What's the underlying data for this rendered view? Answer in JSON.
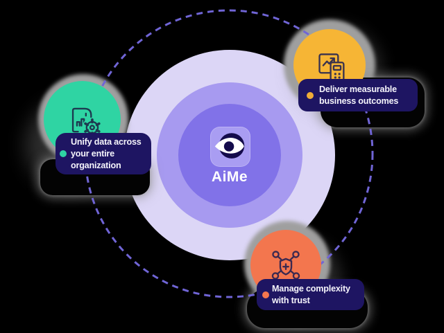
{
  "canvas": {
    "background": "#000000",
    "orbit_color": "#7065d6",
    "pill_background": "#1e1562",
    "pill_text_color": "#f5f4fb",
    "halo_color": "#9f9f9f"
  },
  "hub": {
    "label": "AiMe",
    "outer_ring_color": "#dcd6f6",
    "middle_ring_color": "#a79af0",
    "inner_ring_color": "#8172e8",
    "tile_color": "#a99df2",
    "eye_icon_color": "#140b4b",
    "label_color": "#ffffff"
  },
  "satellites": [
    {
      "id": "unify-data",
      "icon": "document-gear-icon",
      "circle_color": "#2fd4a3",
      "bullet_color": "#2fd4a3",
      "label": "Unify data across your entire organization",
      "lines": [
        "Unify data across",
        "your entire",
        "organization"
      ]
    },
    {
      "id": "deliver-outcomes",
      "icon": "chart-calculator-icon",
      "circle_color": "#f6b535",
      "bullet_color": "#f0ac38",
      "label": "Deliver measurable business outcomes",
      "lines": [
        "Deliver measurable",
        "business outcomes"
      ]
    },
    {
      "id": "manage-complexity",
      "icon": "shield-network-icon",
      "circle_color": "#f3764e",
      "bullet_color": "#f3764e",
      "label": "Manage complexity with trust",
      "lines": [
        "Manage complexity",
        "with trust"
      ]
    }
  ]
}
